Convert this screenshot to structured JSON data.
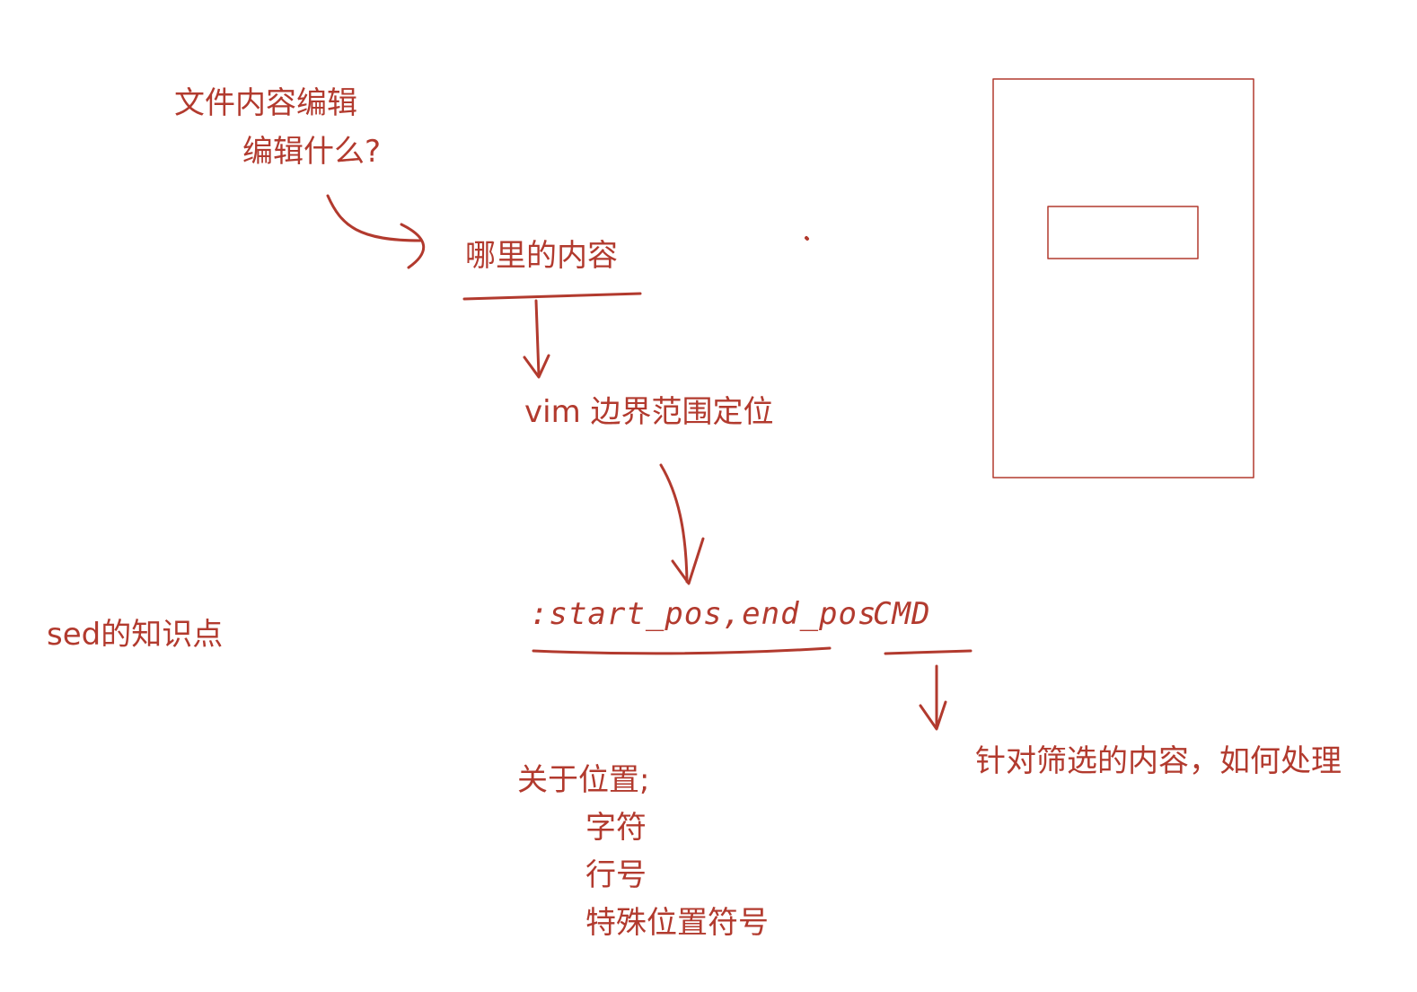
{
  "colors": {
    "ink": "#b23a2e",
    "background": "#ffffff"
  },
  "notes": {
    "file_edit": "文件内容编辑",
    "edit_what": "编辑什么?",
    "where_content": "哪里的内容",
    "vim_range": "vim 边界范围定位",
    "range_syntax": ":start_pos,end_pos",
    "cmd": "CMD",
    "sed_topics": "sed的知识点",
    "how_handle": "针对筛选的内容，如何处理",
    "about_position": "关于位置;",
    "position_types": [
      "字符",
      "行号",
      "特殊位置符号"
    ]
  }
}
